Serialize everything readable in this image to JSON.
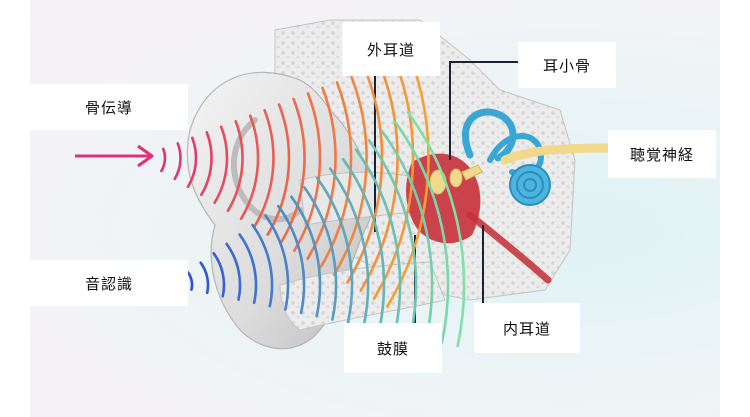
{
  "labels": {
    "bone_conduction": "骨伝導",
    "sound_recognition": "音認識",
    "ear_canal": "外耳道",
    "ossicles": "耳小骨",
    "auditory_nerve": "聴覚神経",
    "eardrum": "鼓膜",
    "inner_ear_canal": "内耳道"
  },
  "colors": {
    "arrow": "#e0307a",
    "wave_upper_start": "#e0306e",
    "wave_upper_end": "#f5a030",
    "wave_lower_start": "#2c4fd8",
    "wave_lower_end": "#7fe0a8",
    "cochlea": "#3aa6d6",
    "nerve": "#f0d98a",
    "tissue": "#c8303a",
    "leader_line": "#1a2233"
  }
}
